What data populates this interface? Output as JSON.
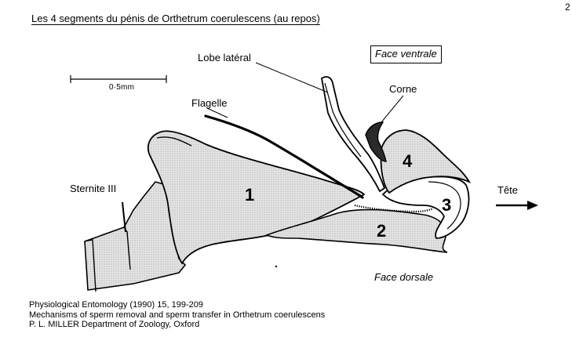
{
  "title": "Les 4 segments du pénis  de Orthetrum coerulescens (au repos)",
  "page_number": "2",
  "scale_bar_label": "0·5mm",
  "orientation": {
    "ventral": "Face ventrale",
    "dorsal": "Face dorsale"
  },
  "labels": {
    "lobe_lateral": "Lobe latéral",
    "flagelle": "Flagelle",
    "corne": "Corne",
    "sternite": "Sternite III",
    "tete": "Tête"
  },
  "segments": [
    "1",
    "2",
    "3",
    "4"
  ],
  "reference": [
    "Physiological Entomology (1990) 15, 199-209",
    "Mechanisms of sperm removal and sperm transfer in Orthetrum coerulescens",
    "P. L. MILLER Department of Zoology, Oxford"
  ],
  "colors": {
    "stipple_fill": "#d9d9d9",
    "ink": "#000000"
  }
}
